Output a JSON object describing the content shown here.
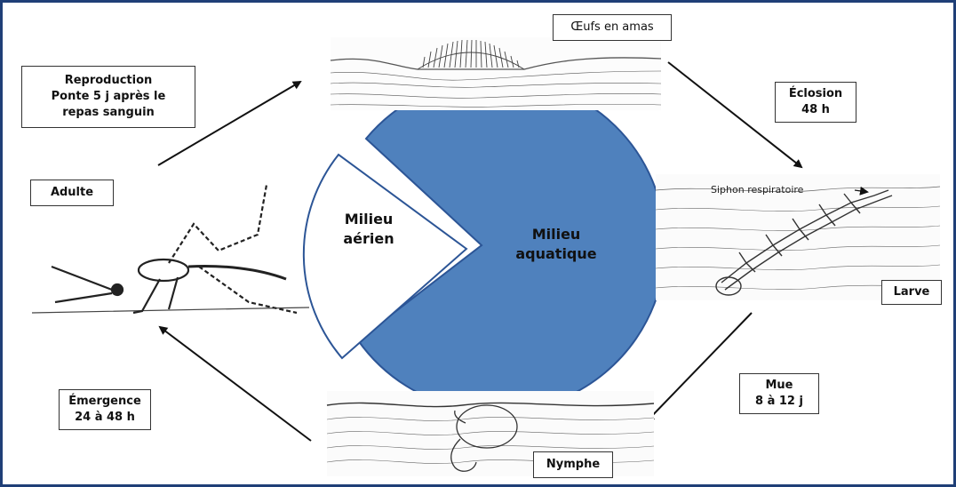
{
  "stages": {
    "eggs": "Œufs en amas",
    "hatching": [
      "Éclosion",
      "48 h"
    ],
    "larva": "Larve",
    "siphon": "Siphon respiratoire",
    "moult": [
      "Mue",
      "8 à 12 j"
    ],
    "pupa": "Nymphe",
    "emergence": [
      "Émergence",
      "24 à 48 h"
    ],
    "adult": "Adulte",
    "reproduction": [
      "Reproduction",
      "Ponte 5 j après le",
      "repas sanguin"
    ]
  },
  "environments": {
    "aerial": [
      "Milieu",
      "aérien"
    ],
    "aquatic": [
      "Milieu",
      "aquatique"
    ]
  },
  "colors": {
    "aquatic_fill": "#4f81bd",
    "aquatic_stroke": "#2c5596",
    "aerial_stroke": "#2c5596",
    "frame": "#1f3f77"
  }
}
